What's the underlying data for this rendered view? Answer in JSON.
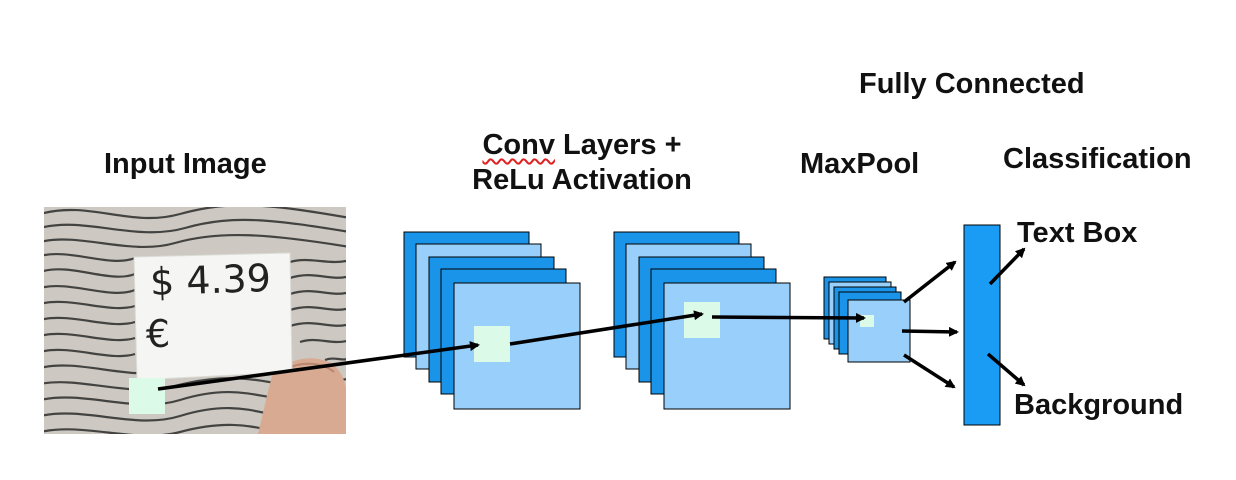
{
  "labels": {
    "input_image": "Input Image",
    "conv_line1_word": "Conv",
    "conv_line1_rest": " Layers +",
    "conv_line2": "ReLu Activation",
    "maxpool": "MaxPool",
    "fully_connected": "Fully Connected",
    "classification": "Classification",
    "text_box": "Text Box",
    "background": "Background"
  },
  "card": {
    "line1": "$ 4.39",
    "line2": "€"
  },
  "colors": {
    "layer_dark": "#1a94e8",
    "layer_light": "#99cffb",
    "patch": "#dcfae8",
    "fc_bar": "#1a9cf5",
    "arrow": "#000000",
    "card": "#f5f5f3",
    "photo_bg": "#cdc9c2"
  }
}
